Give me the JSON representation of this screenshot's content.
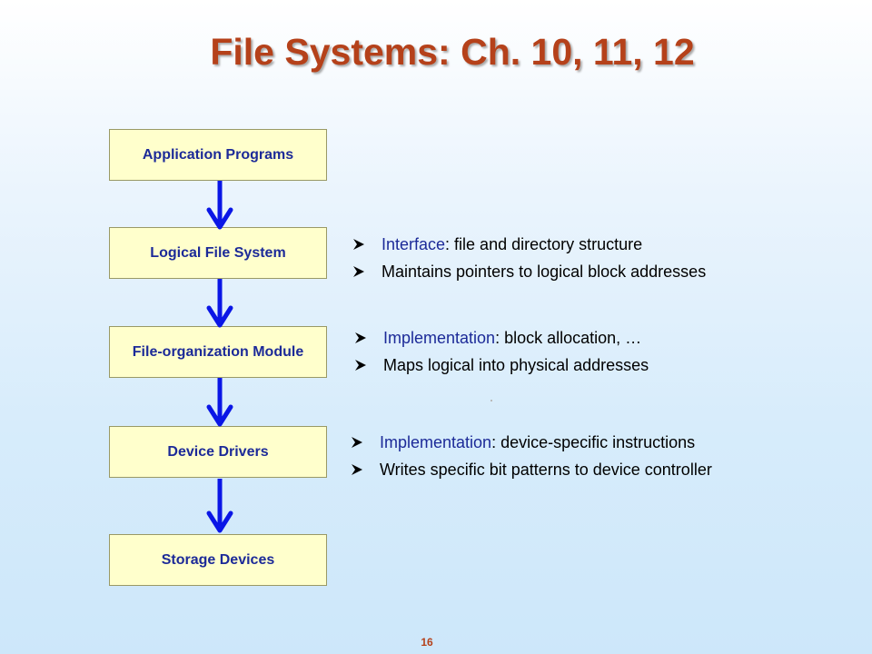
{
  "title": "File Systems: Ch. 10, 11, 12",
  "layers": [
    {
      "label": "Application Programs"
    },
    {
      "label": "Logical File System"
    },
    {
      "label": "File-organization Module"
    },
    {
      "label": "Device Drivers"
    },
    {
      "label": "Storage Devices"
    }
  ],
  "notes": {
    "logical_fs": [
      {
        "keyword": "Interface",
        "rest": ": file and directory structure"
      },
      {
        "keyword": "",
        "rest": "Maintains pointers to logical block addresses"
      }
    ],
    "file_org": [
      {
        "keyword": "Implementation",
        "rest": ": block allocation, …"
      },
      {
        "keyword": "",
        "rest": "Maps logical into physical addresses"
      }
    ],
    "device_drivers": [
      {
        "keyword": "Implementation",
        "rest": ": device-specific instructions"
      },
      {
        "keyword": "",
        "rest": "Writes specific bit patterns to device controller"
      }
    ]
  },
  "page_number": "16",
  "colors": {
    "title": "#b5411a",
    "box_fill": "#ffffcc",
    "box_text": "#1c2a98",
    "arrow": "#0a16e6",
    "keyword": "#1c2a98"
  },
  "icons": {
    "bullet": "chevron-right-icon",
    "connector": "arrow-down-icon"
  }
}
